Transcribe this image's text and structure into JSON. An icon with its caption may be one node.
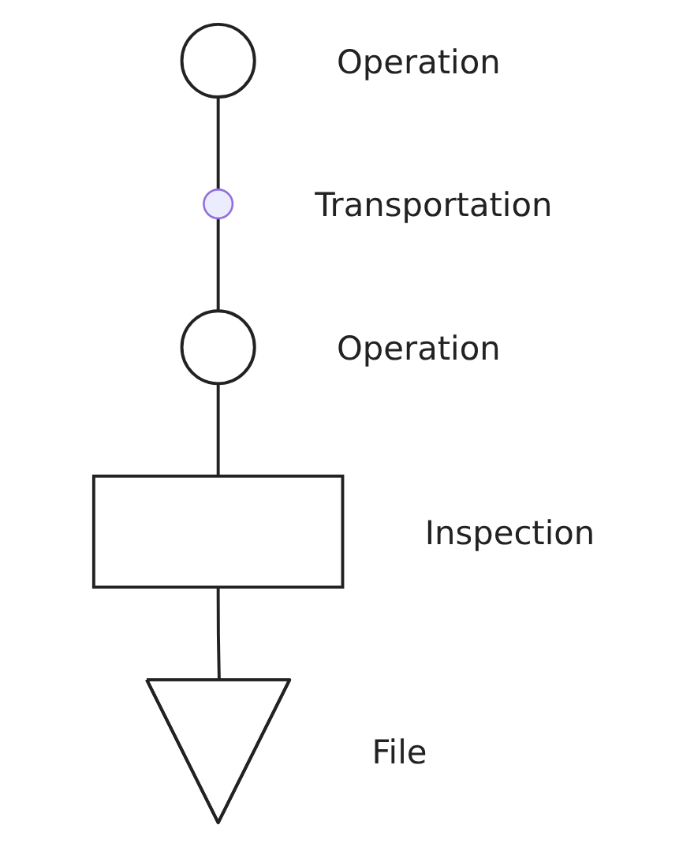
{
  "diagram": {
    "nodes": [
      {
        "text": [],
        "shape": "circle",
        "beside": [
          "Operation"
        ]
      },
      {
        "text": [],
        "shape": "circle",
        "beside": [
          "Transportation"
        ]
      },
      {
        "text": [],
        "shape": "circle",
        "beside": [
          "Operation"
        ]
      },
      {
        "text": [],
        "shape": "box",
        "beside": [
          "Inspection"
        ]
      },
      {
        "text": [],
        "shape": "triangle",
        "beside": [
          "File"
        ]
      }
    ],
    "edges": [
      {
        "from": 0,
        "to": 1,
        "arrow": "none"
      },
      {
        "from": 1,
        "to": 2,
        "arrow": "none"
      },
      {
        "from": 2,
        "to": 3,
        "arrow": "none"
      },
      {
        "from": 3,
        "to": 4,
        "arrow": "none"
      }
    ]
  }
}
